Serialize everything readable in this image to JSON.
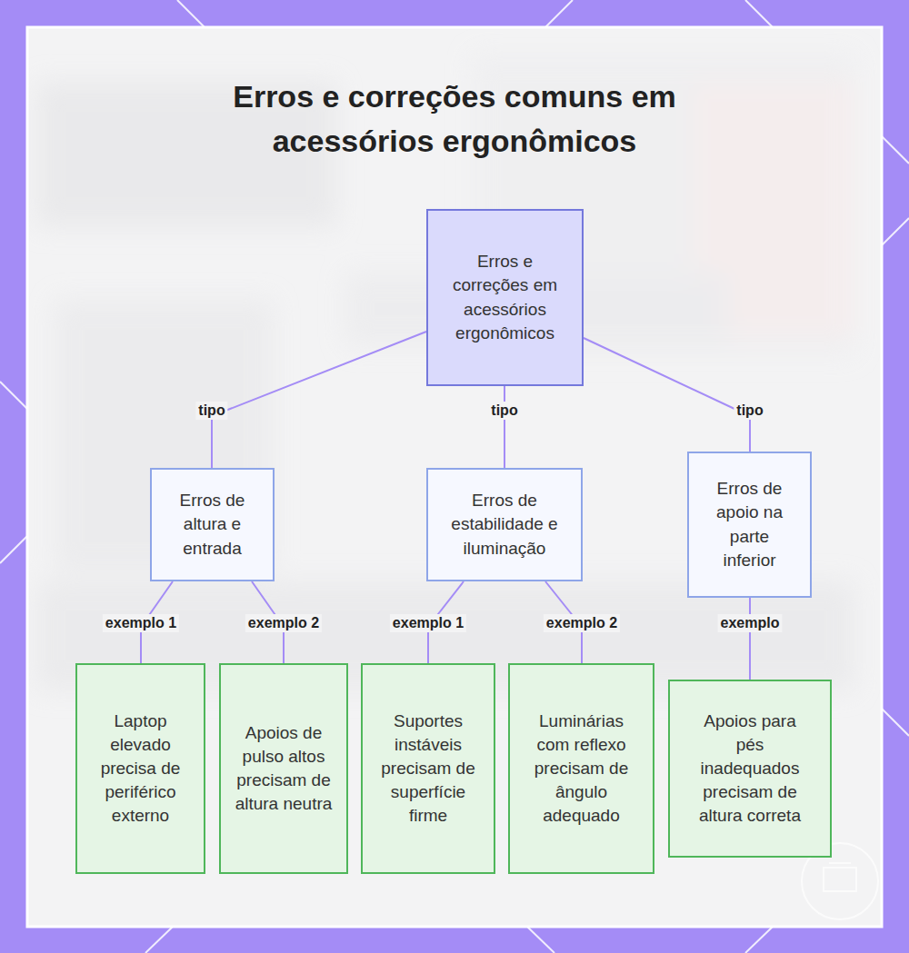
{
  "diagram": {
    "title": "Erros e correções comuns em acessórios ergonômicos",
    "nodes": [
      {
        "text": [
          "Erros e correções em acessórios ergonômicos"
        ]
      },
      {
        "text": [
          "Erros de altura e entrada"
        ]
      },
      {
        "text": [
          "Erros de estabilidade e iluminação"
        ]
      },
      {
        "text": [
          "Erros de apoio na parte inferior"
        ]
      },
      {
        "text": [
          "Laptop elevado precisa de periférico externo"
        ]
      },
      {
        "text": [
          "Apoios de pulso altos precisam de altura neutra"
        ]
      },
      {
        "text": [
          "Suportes instáveis precisam de superfície firme"
        ]
      },
      {
        "text": [
          "Luminárias com reflexo precisam de ângulo adequado"
        ]
      },
      {
        "text": [
          "Apoios para pés inadequados precisam de altura correta"
        ]
      }
    ],
    "edges": [
      {
        "from": 0,
        "to": 1,
        "label": "tipo",
        "arrow": "none"
      },
      {
        "from": 0,
        "to": 2,
        "label": "tipo",
        "arrow": "none"
      },
      {
        "from": 0,
        "to": 3,
        "label": "tipo",
        "arrow": "none"
      },
      {
        "from": 1,
        "to": 4,
        "label": "exemplo 1",
        "arrow": "none"
      },
      {
        "from": 1,
        "to": 5,
        "label": "exemplo 2",
        "arrow": "none"
      },
      {
        "from": 2,
        "to": 6,
        "label": "exemplo 1",
        "arrow": "none"
      },
      {
        "from": 2,
        "to": 7,
        "label": "exemplo 2",
        "arrow": "none"
      },
      {
        "from": 3,
        "to": 8,
        "label": "exemplo",
        "arrow": "none"
      }
    ]
  }
}
